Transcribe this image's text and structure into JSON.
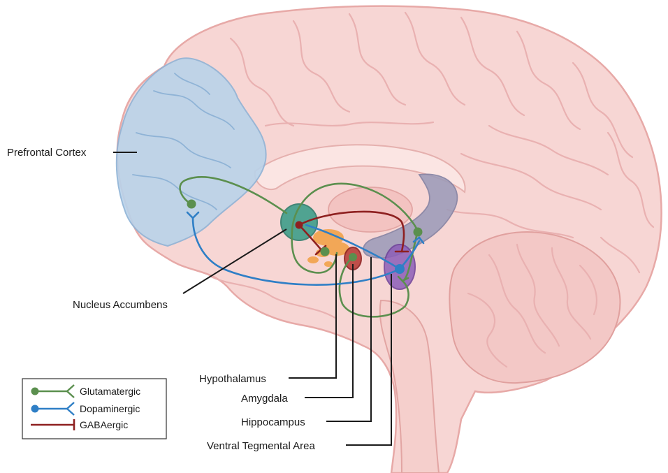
{
  "labels": {
    "prefrontal_cortex": "Prefrontal Cortex",
    "nucleus_accumbens": "Nucleus Accumbens",
    "hypothalamus": "Hypothalamus",
    "amygdala": "Amygdala",
    "hippocampus": "Hippocampus",
    "ventral_tegmental_area": "Ventral Tegmental Area"
  },
  "legend": {
    "items": [
      {
        "label": "Glutamatergic",
        "color": "#5b8f4e",
        "marker": "circle-to-fork"
      },
      {
        "label": "Dopaminergic",
        "color": "#2f7fc6",
        "marker": "circle-to-fork"
      },
      {
        "label": "GABAergic",
        "color": "#8e2020",
        "marker": "bar-end"
      }
    ]
  },
  "colors": {
    "brain": "#f7d6d4",
    "brain_outline": "#e7a9a7",
    "prefrontal_cortex": "#b9d3ea",
    "nucleus_accumbens": "#3f9e8a",
    "amygdala": "#b8403a",
    "hippocampus": "#9a9ab8",
    "ventral_tegmental_area": "#8d5fb8",
    "hypothalamus": "#f2a24a"
  }
}
